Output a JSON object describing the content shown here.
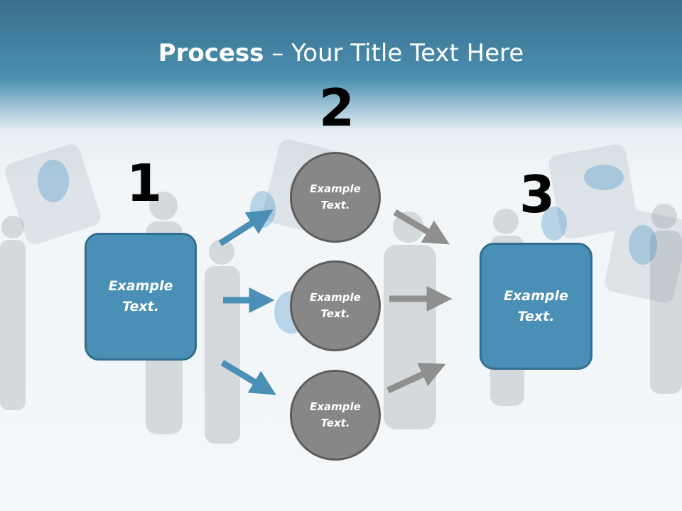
{
  "title": {
    "bold": "Process",
    "rest": " – Your Title Text Here"
  },
  "steps": {
    "one": "1",
    "two": "2",
    "three": "3"
  },
  "box_left": {
    "line1": "Example",
    "line2": "Text."
  },
  "box_right": {
    "line1": "Example",
    "line2": "Text."
  },
  "circles": [
    {
      "line1": "Example",
      "line2": "Text."
    },
    {
      "line1": "Example",
      "line2": "Text."
    },
    {
      "line1": "Example",
      "line2": "Text."
    }
  ],
  "colors": {
    "blue": "#4a8fb5",
    "blue_border": "#326e8f",
    "gray": "#878787",
    "gray_border": "#5d5d5d",
    "header": "#3a6f8c"
  }
}
